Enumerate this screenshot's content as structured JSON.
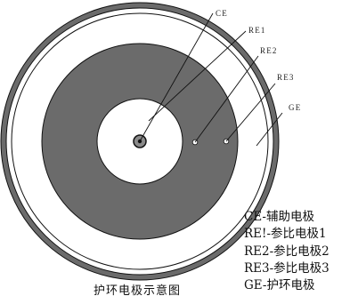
{
  "colors": {
    "ring_dark": "#6b6b6b",
    "ring_light": "#ffffff",
    "stroke": "#111111",
    "electrode_center": "#8a8a8a",
    "text": "#111111"
  },
  "callouts": {
    "ce": "CE",
    "re1": "RE1",
    "re2": "RE2",
    "re3": "RE3",
    "ge": "GE"
  },
  "legend": [
    "CE-辅助电极",
    "RE!-参比电极1",
    "RE2-参比电极2",
    "RE3-参比电极3",
    "GE-护环电极"
  ],
  "caption": "护环电极示意图"
}
